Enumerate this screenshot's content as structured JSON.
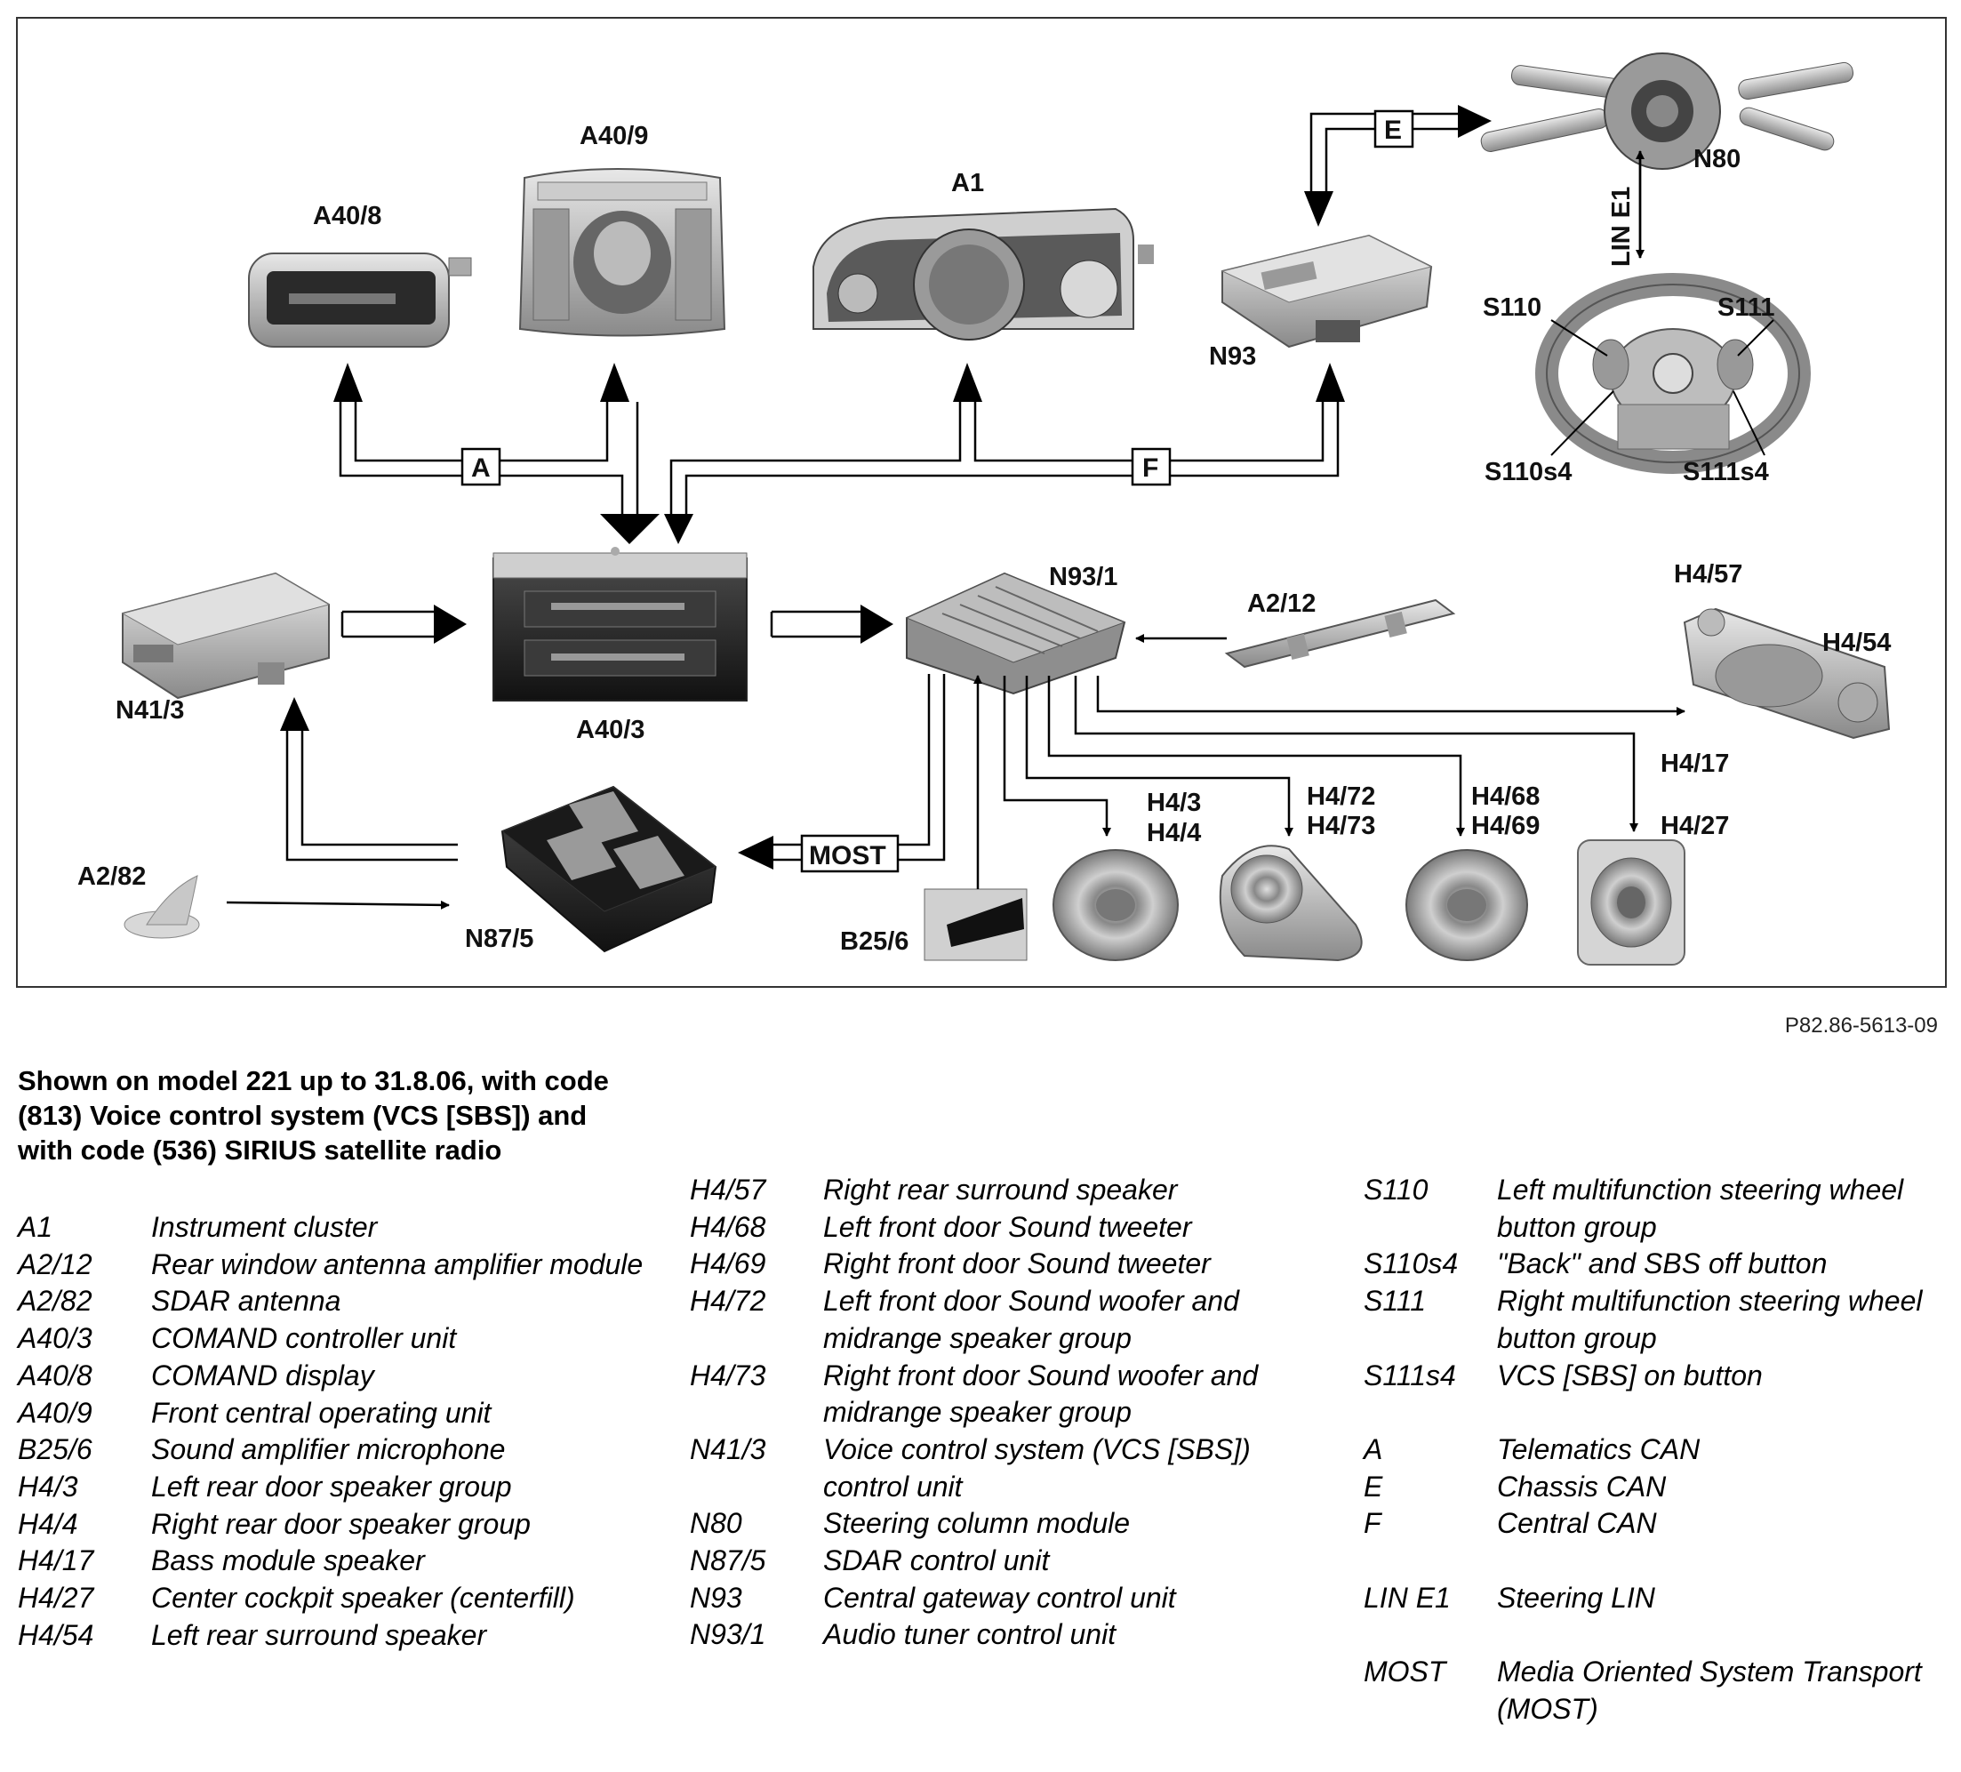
{
  "diagram": {
    "components": {
      "A40_8": "A40/8",
      "A40_9": "A40/9",
      "A1": "A1",
      "N93": "N93",
      "N80": "N80",
      "LIN_E1": "LIN E1",
      "S110": "S110",
      "S111": "S111",
      "S110s4": "S110s4",
      "S111s4": "S111s4",
      "N41_3": "N41/3",
      "A40_3": "A40/3",
      "N93_1": "N93/1",
      "A2_12": "A2/12",
      "H4_57": "H4/57",
      "H4_54": "H4/54",
      "H4_17": "H4/17",
      "H4_27": "H4/27",
      "H4_3": "H4/3",
      "H4_4": "H4/4",
      "H4_72": "H4/72",
      "H4_73": "H4/73",
      "H4_68": "H4/68",
      "H4_69": "H4/69",
      "A2_82": "A2/82",
      "N87_5": "N87/5",
      "B25_6": "B25/6"
    },
    "buses": {
      "A": "A",
      "E": "E",
      "F": "F",
      "MOST": "MOST"
    }
  },
  "reference": "P82.86-5613-09",
  "caption": "Shown on model 221 up to 31.8.06, with code (813) Voice control system (VCS [SBS]) and with code (536) SIRIUS satellite radio",
  "legend": {
    "col1": [
      {
        "code": "A1",
        "desc": "Instrument cluster"
      },
      {
        "code": "A2/12",
        "desc": "Rear window antenna amplifier module"
      },
      {
        "code": "A2/82",
        "desc": "SDAR antenna"
      },
      {
        "code": "A40/3",
        "desc": "COMAND controller unit"
      },
      {
        "code": "A40/8",
        "desc": "COMAND display"
      },
      {
        "code": "A40/9",
        "desc": "Front central operating unit"
      },
      {
        "code": "B25/6",
        "desc": "Sound amplifier microphone"
      },
      {
        "code": "H4/3",
        "desc": "Left rear door speaker group"
      },
      {
        "code": "H4/4",
        "desc": "Right rear door speaker group"
      },
      {
        "code": "H4/17",
        "desc": "Bass module speaker"
      },
      {
        "code": "H4/27",
        "desc": "Center cockpit speaker (centerfill)"
      },
      {
        "code": "H4/54",
        "desc": "Left rear surround speaker"
      }
    ],
    "col2": [
      {
        "code": "H4/57",
        "desc": "Right rear surround speaker"
      },
      {
        "code": "H4/68",
        "desc": "Left front door Sound tweeter"
      },
      {
        "code": "H4/69",
        "desc": "Right front door Sound tweeter"
      },
      {
        "code": "H4/72",
        "desc": "Left front door Sound woofer and midrange speaker group"
      },
      {
        "code": "H4/73",
        "desc": "Right front door Sound woofer and midrange speaker group"
      },
      {
        "code": "N41/3",
        "desc": "Voice control system (VCS [SBS]) control unit"
      },
      {
        "code": "N80",
        "desc": "Steering column module"
      },
      {
        "code": "N87/5",
        "desc": "SDAR control unit"
      },
      {
        "code": "N93",
        "desc": "Central gateway control unit"
      },
      {
        "code": "N93/1",
        "desc": "Audio tuner control unit"
      }
    ],
    "col3": [
      {
        "code": "S110",
        "desc": "Left multifunction steering wheel button group"
      },
      {
        "code": "S110s4",
        "desc": "\"Back\" and SBS off button"
      },
      {
        "code": "S111",
        "desc": "Right multifunction steering wheel button group"
      },
      {
        "code": "S111s4",
        "desc": "VCS [SBS] on button"
      },
      {
        "code": "A",
        "desc": "Telematics CAN"
      },
      {
        "code": "E",
        "desc": "Chassis CAN"
      },
      {
        "code": "F",
        "desc": "Central CAN"
      },
      {
        "code": "LIN E1",
        "desc": "Steering LIN"
      },
      {
        "code": "MOST",
        "desc": "Media Oriented System Transport (MOST)"
      }
    ]
  }
}
